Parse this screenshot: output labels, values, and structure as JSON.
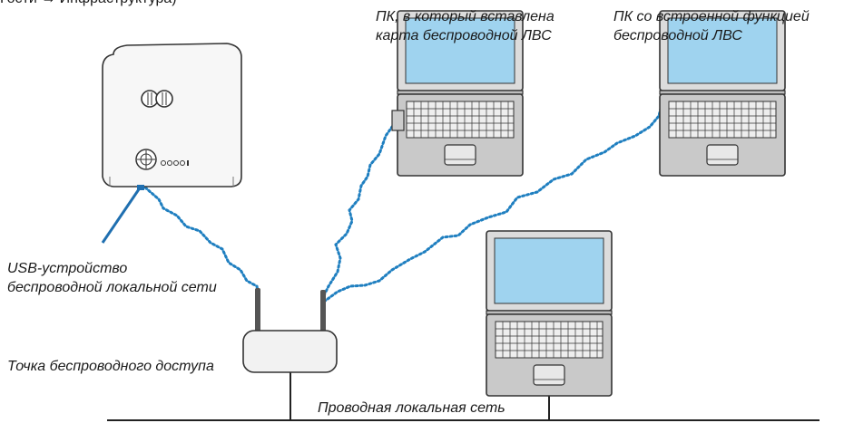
{
  "top_caption": "Гости → Инфраструктура)",
  "labels": {
    "pc_card_line1": "ПК, в который вставлена",
    "pc_card_line2": "карта беспроводной ЛВС",
    "pc_builtin_line1": "ПК со встроенной функцией",
    "pc_builtin_line2": "беспроводной ЛВС",
    "usb_line1": "USB-устройство",
    "usb_line2": "беспроводной локальной сети",
    "access_point": "Точка беспроводного доступа",
    "wired_lan": "Проводная локальная сеть"
  },
  "colors": {
    "wireless_link": "#1f7fc0",
    "usb_cable": "#1f6fb0",
    "screen": "#9fd3ef",
    "body_gray": "#c9c9c9",
    "outline": "#333333"
  }
}
